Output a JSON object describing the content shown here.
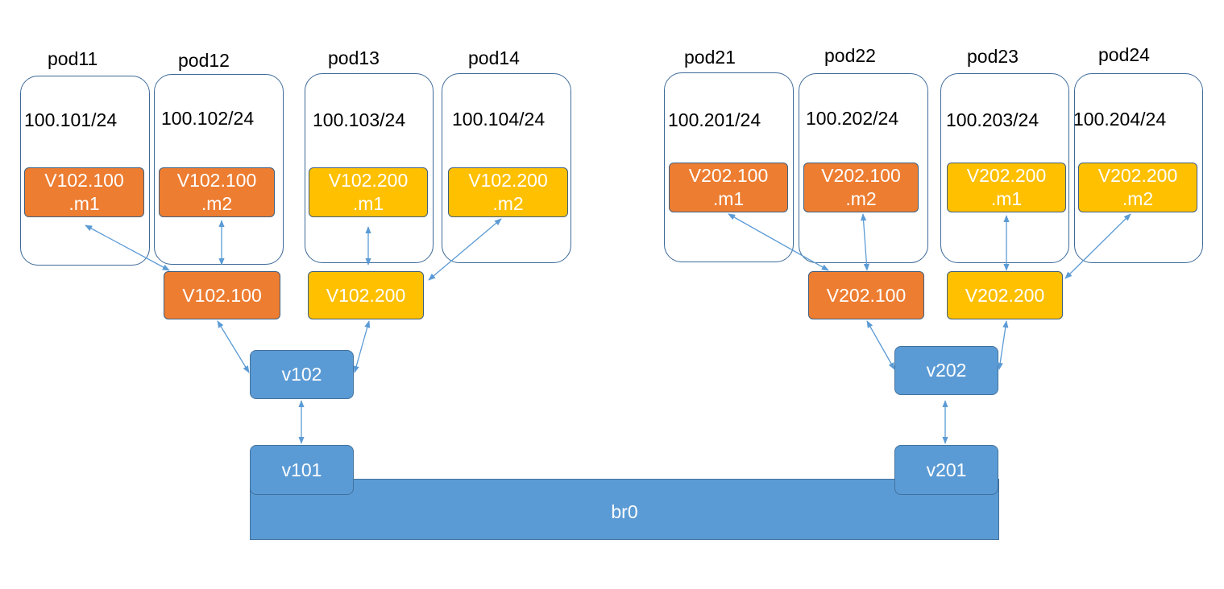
{
  "pods": {
    "pod11": {
      "name": "pod11",
      "ip": "100.101/24",
      "iface_line1": "V102.100",
      "iface_line2": ".m1"
    },
    "pod12": {
      "name": "pod12",
      "ip": "100.102/24",
      "iface_line1": "V102.100",
      "iface_line2": ".m2"
    },
    "pod13": {
      "name": "pod13",
      "ip": "100.103/24",
      "iface_line1": "V102.200",
      "iface_line2": ".m1"
    },
    "pod14": {
      "name": "pod14",
      "ip": "100.104/24",
      "iface_line1": "V102.200",
      "iface_line2": ".m2"
    },
    "pod21": {
      "name": "pod21",
      "ip": "100.201/24",
      "iface_line1": "V202.100",
      "iface_line2": ".m1"
    },
    "pod22": {
      "name": "pod22",
      "ip": "100.202/24",
      "iface_line1": "V202.100",
      "iface_line2": ".m2"
    },
    "pod23": {
      "name": "pod23",
      "ip": "100.203/24",
      "iface_line1": "V202.200",
      "iface_line2": ".m1"
    },
    "pod24": {
      "name": "pod24",
      "ip": "100.204/24",
      "iface_line1": "V202.200",
      "iface_line2": ".m2"
    }
  },
  "vlans": {
    "v102_100": "V102.100",
    "v102_200": "V102.200",
    "v202_100": "V202.100",
    "v202_200": "V202.200"
  },
  "veths": {
    "v102": "v102",
    "v101": "v101",
    "v202": "v202",
    "v201": "v201"
  },
  "bridge": {
    "label": "br0"
  },
  "colors": {
    "orange": "#ed7d31",
    "yellow": "#ffc000",
    "blue": "#5b9bd5",
    "arrow": "#5b9bd5"
  }
}
